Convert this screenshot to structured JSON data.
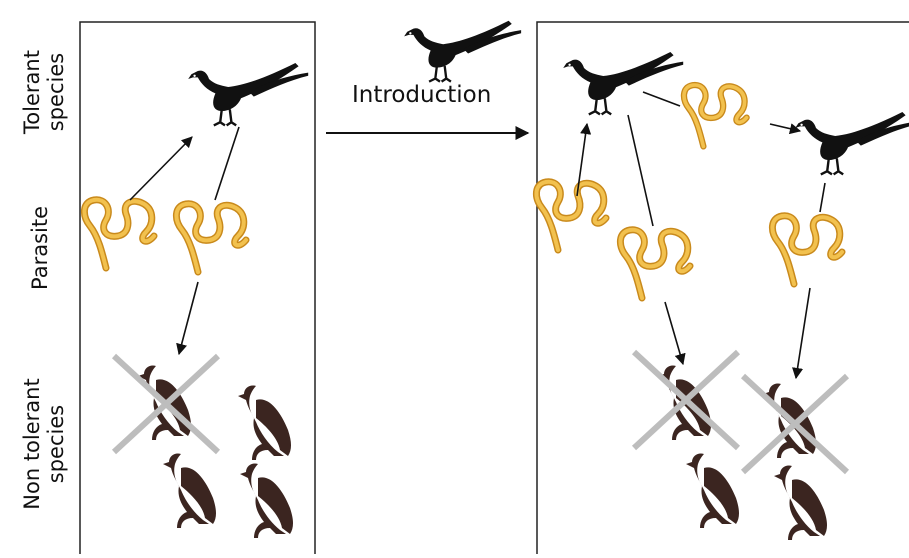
{
  "labels": {
    "tolerant_species": "Tolerant\nspecies",
    "parasite": "Parasite",
    "non_tolerant_species": "Non tolerant\nspecies",
    "introduction": "Introduction"
  },
  "icons": {
    "tolerant": "pheasant-silhouette-icon",
    "parasite": "coiled-worm-icon",
    "non_tolerant": "grouse-silhouette-icon",
    "extinction": "cross-out-icon"
  },
  "colors": {
    "pheasant": "#111111",
    "worm_fill": "#f2c14e",
    "worm_stroke": "#c98a1c",
    "grouse": "#3b2520",
    "cross": "#bdbdbd",
    "arrow": "#111111",
    "panel_border": "#222222"
  }
}
